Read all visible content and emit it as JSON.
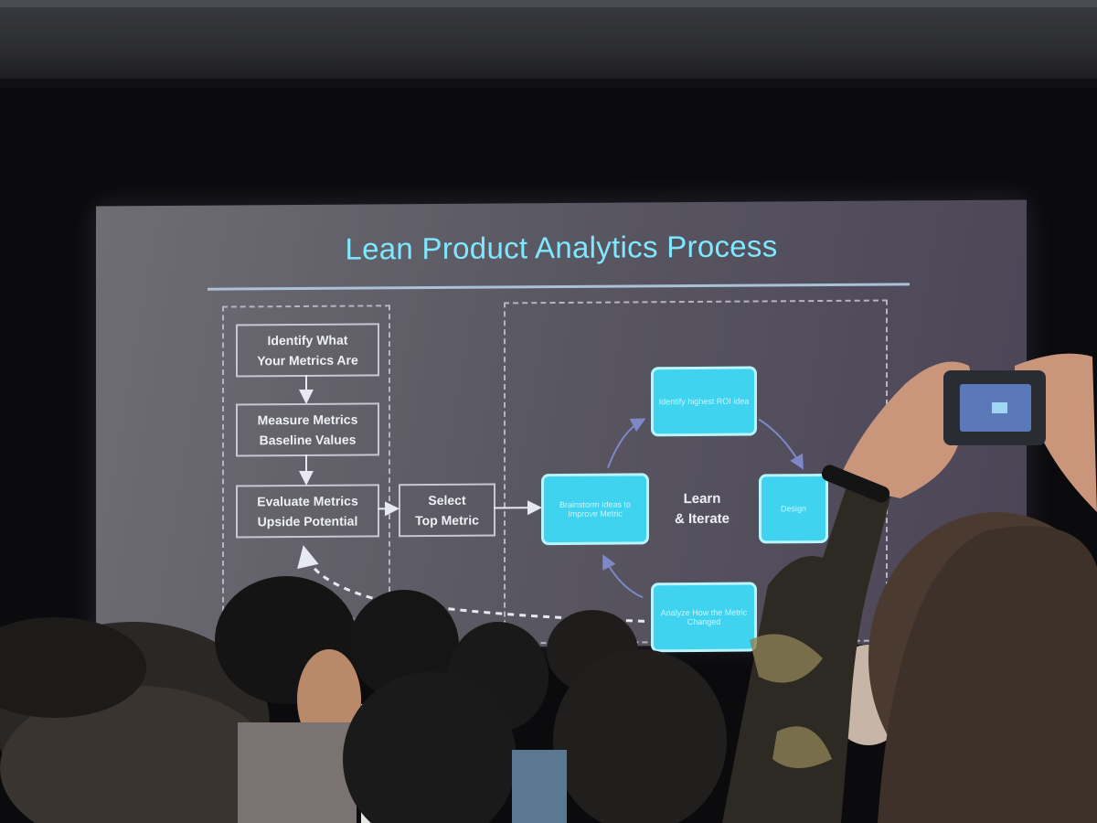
{
  "slide": {
    "title": "Lean Product Analytics Process",
    "left_flow": [
      {
        "line1": "Identify What",
        "line2": "Your  Metrics Are"
      },
      {
        "line1": "Measure Metrics",
        "line2": "Baseline Values"
      },
      {
        "line1": "Evaluate Metrics",
        "line2": "Upside Potential"
      }
    ],
    "select_box": {
      "line1": "Select",
      "line2": "Top Metric"
    },
    "cycle": {
      "center_line1": "Learn",
      "center_line2": "& Iterate",
      "top_node": "Identify highest ROI idea",
      "left_node": "Brainstorm Ideas to Improve Metric",
      "right_node": "Design",
      "bottom_node": "Analyze How the Metric Changed"
    }
  },
  "colors": {
    "title": "#7fe7ff",
    "node_fill": "#3fd3f0",
    "screen": "#5e5c66"
  }
}
